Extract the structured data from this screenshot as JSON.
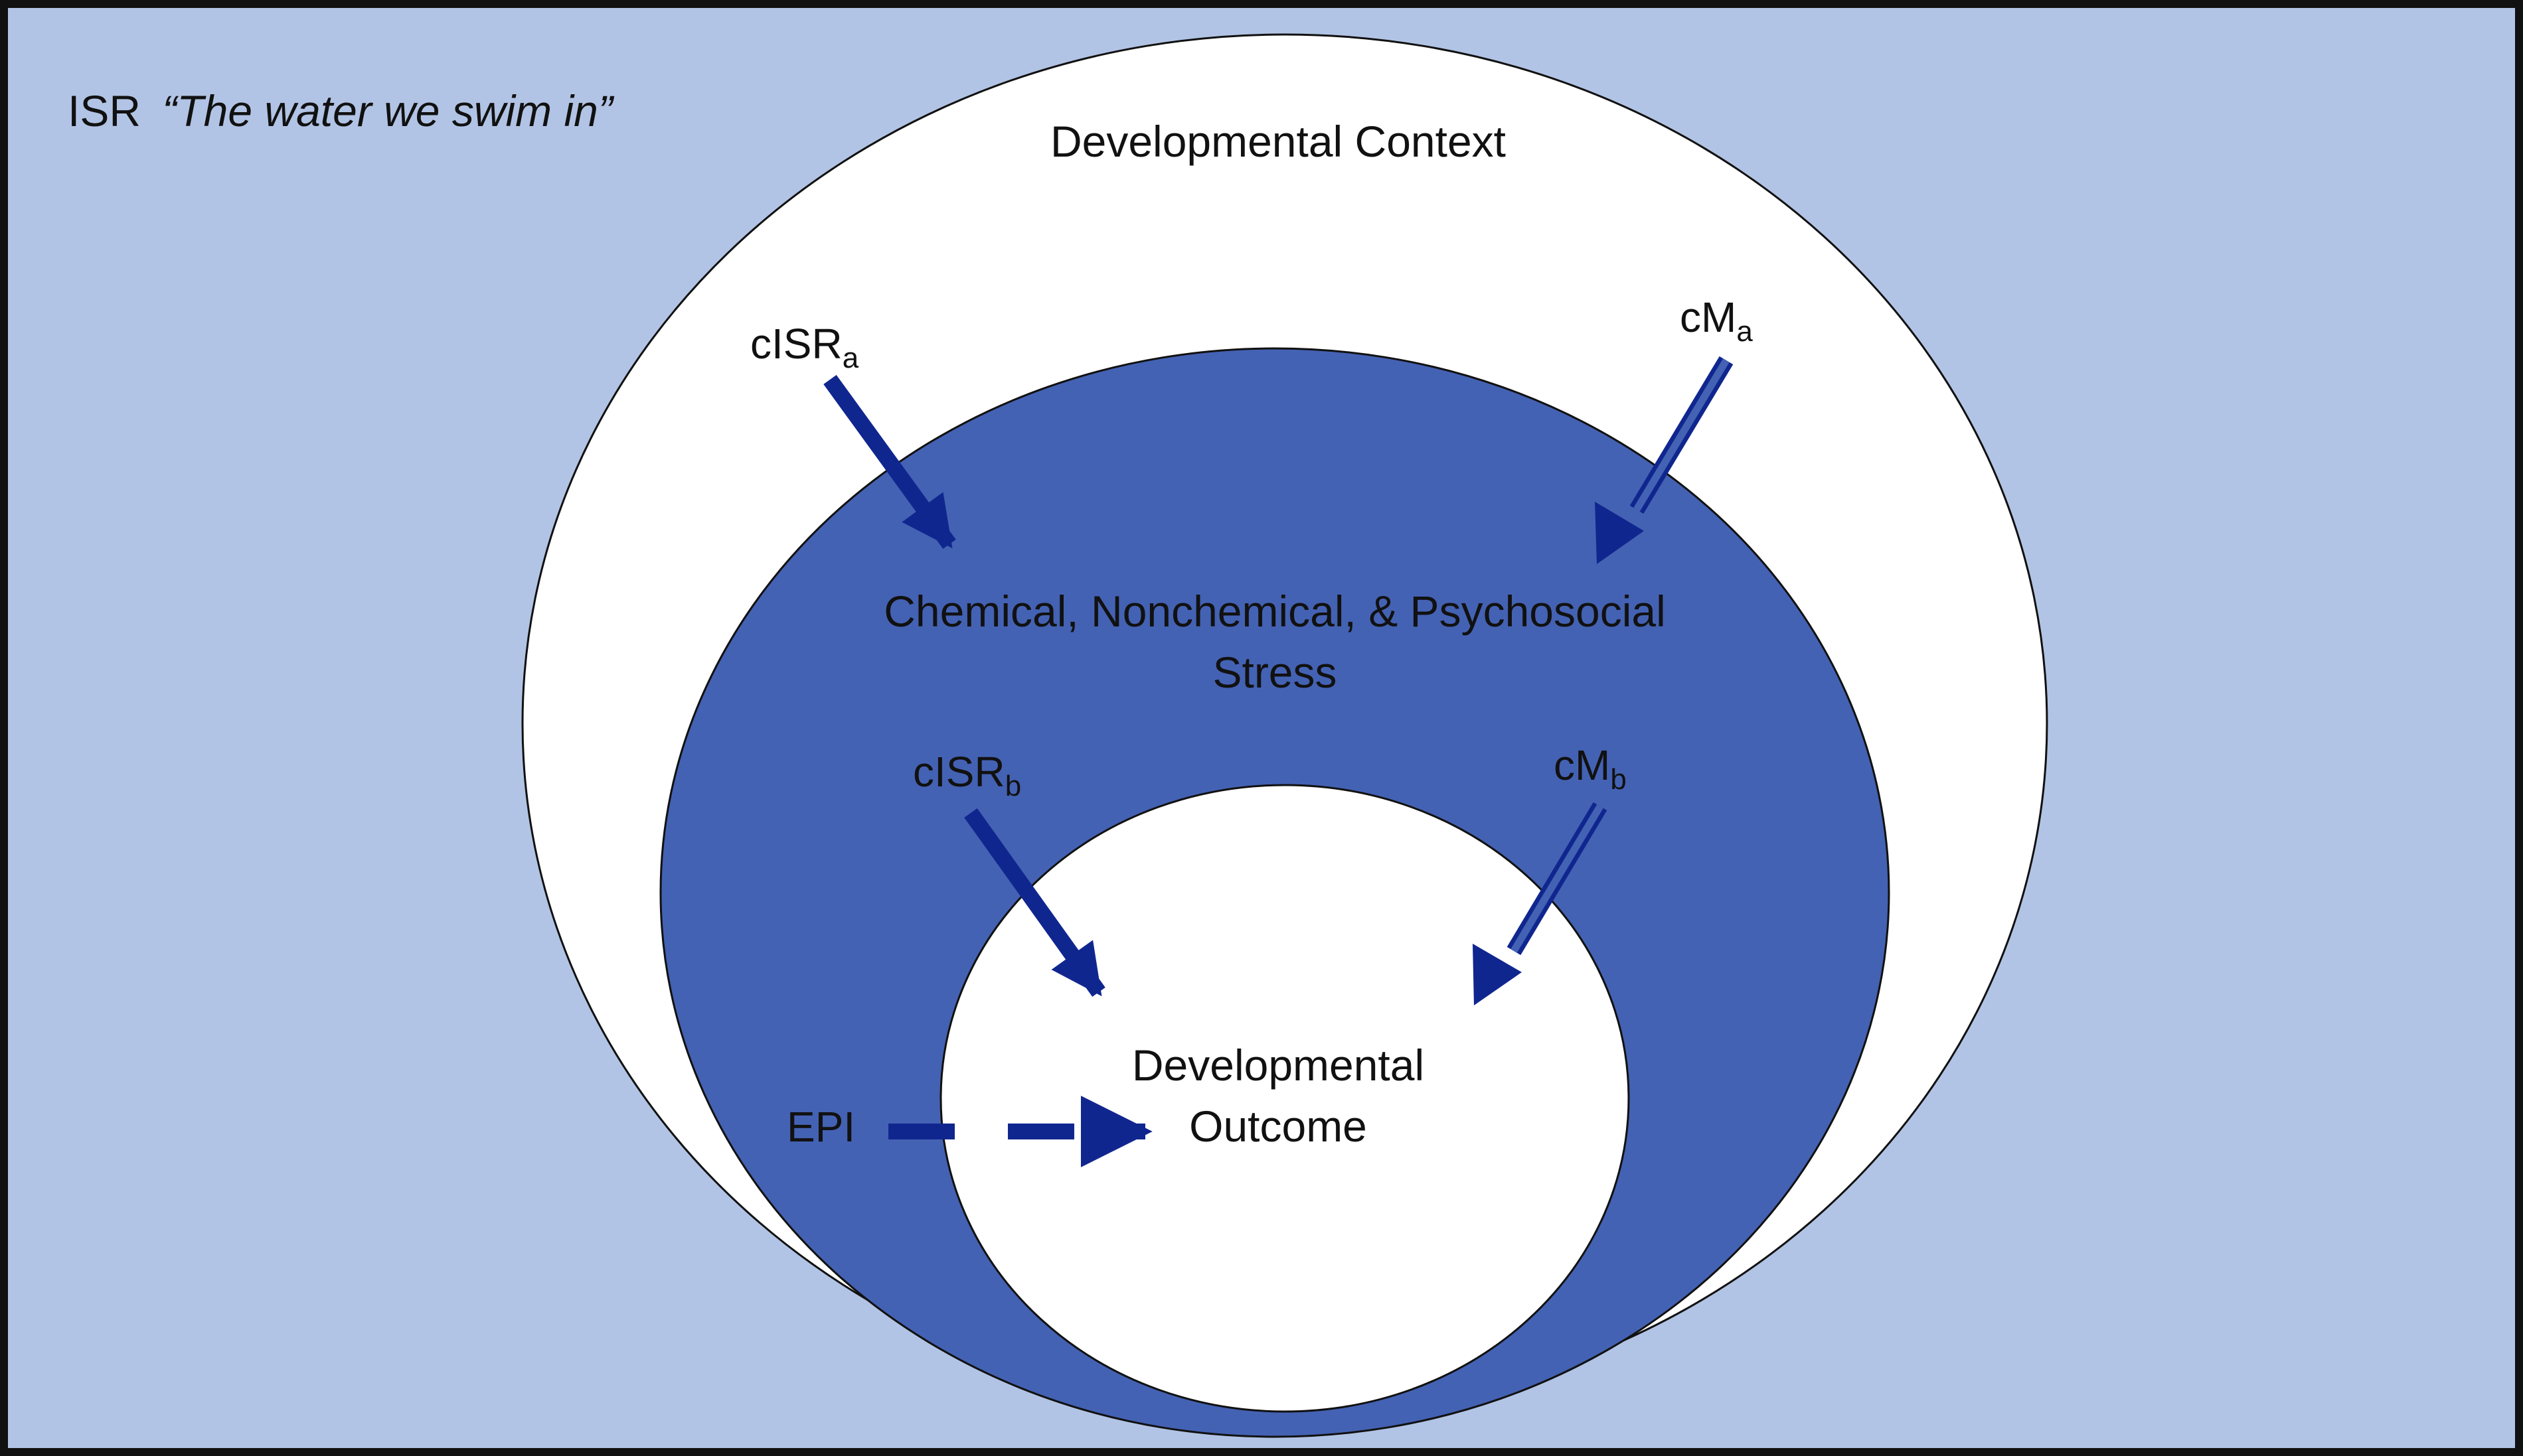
{
  "corner_label": {
    "prefix": "ISR",
    "quote": "“The water we swim in”"
  },
  "outer_context": {
    "label": "Developmental Context"
  },
  "middle_stress": {
    "line1": "Chemical, Nonchemical, & Psychosocial",
    "line2": "Stress"
  },
  "inner_outcome": {
    "line1": "Developmental",
    "line2": "Outcome"
  },
  "arrows": {
    "cisr_a": {
      "base": "cISR",
      "sub": "a"
    },
    "cm_a": {
      "base": "cM",
      "sub": "a"
    },
    "cisr_b": {
      "base": "cISR",
      "sub": "b"
    },
    "cm_b": {
      "base": "cM",
      "sub": "b"
    },
    "epi": {
      "label": "EPI"
    }
  },
  "colors": {
    "frame_fill": "#b2c4e5",
    "middle_fill": "#4462b3",
    "arrow": "#10268f",
    "circle_fill": "#ffffff",
    "outline": "#111111"
  }
}
